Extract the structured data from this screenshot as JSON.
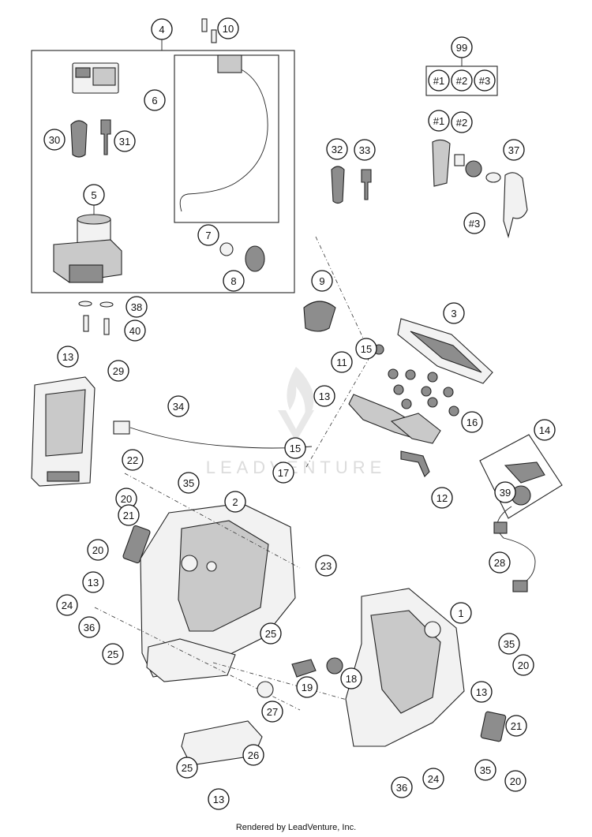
{
  "callouts": [
    {
      "label": "4"
    },
    {
      "label": "10"
    },
    {
      "label": "99"
    },
    {
      "label": "6"
    },
    {
      "label": "#1"
    },
    {
      "label": "#2"
    },
    {
      "label": "#3"
    },
    {
      "label": "30"
    },
    {
      "label": "31"
    },
    {
      "label": "5"
    },
    {
      "label": "7"
    },
    {
      "label": "8"
    },
    {
      "label": "#1"
    },
    {
      "label": "#2"
    },
    {
      "label": "#3"
    },
    {
      "label": "37"
    },
    {
      "label": "32"
    },
    {
      "label": "33"
    },
    {
      "label": "38"
    },
    {
      "label": "40"
    },
    {
      "label": "9"
    },
    {
      "label": "3"
    },
    {
      "label": "13"
    },
    {
      "label": "15"
    },
    {
      "label": "11"
    },
    {
      "label": "29"
    },
    {
      "label": "13"
    },
    {
      "label": "34"
    },
    {
      "label": "16"
    },
    {
      "label": "14"
    },
    {
      "label": "22"
    },
    {
      "label": "15"
    },
    {
      "label": "17"
    },
    {
      "label": "35"
    },
    {
      "label": "20"
    },
    {
      "label": "2"
    },
    {
      "label": "12"
    },
    {
      "label": "39"
    },
    {
      "label": "21"
    },
    {
      "label": "20"
    },
    {
      "label": "23"
    },
    {
      "label": "28"
    },
    {
      "label": "13"
    },
    {
      "label": "24"
    },
    {
      "label": "36"
    },
    {
      "label": "1"
    },
    {
      "label": "25"
    },
    {
      "label": "25"
    },
    {
      "label": "35"
    },
    {
      "label": "20"
    },
    {
      "label": "18"
    },
    {
      "label": "19"
    },
    {
      "label": "13"
    },
    {
      "label": "27"
    },
    {
      "label": "21"
    },
    {
      "label": "26"
    },
    {
      "label": "25"
    },
    {
      "label": "35"
    },
    {
      "label": "20"
    },
    {
      "label": "36"
    },
    {
      "label": "24"
    },
    {
      "label": "13"
    }
  ],
  "watermark": "LEADVENTURE",
  "footer": "Rendered by LeadVenture, Inc."
}
